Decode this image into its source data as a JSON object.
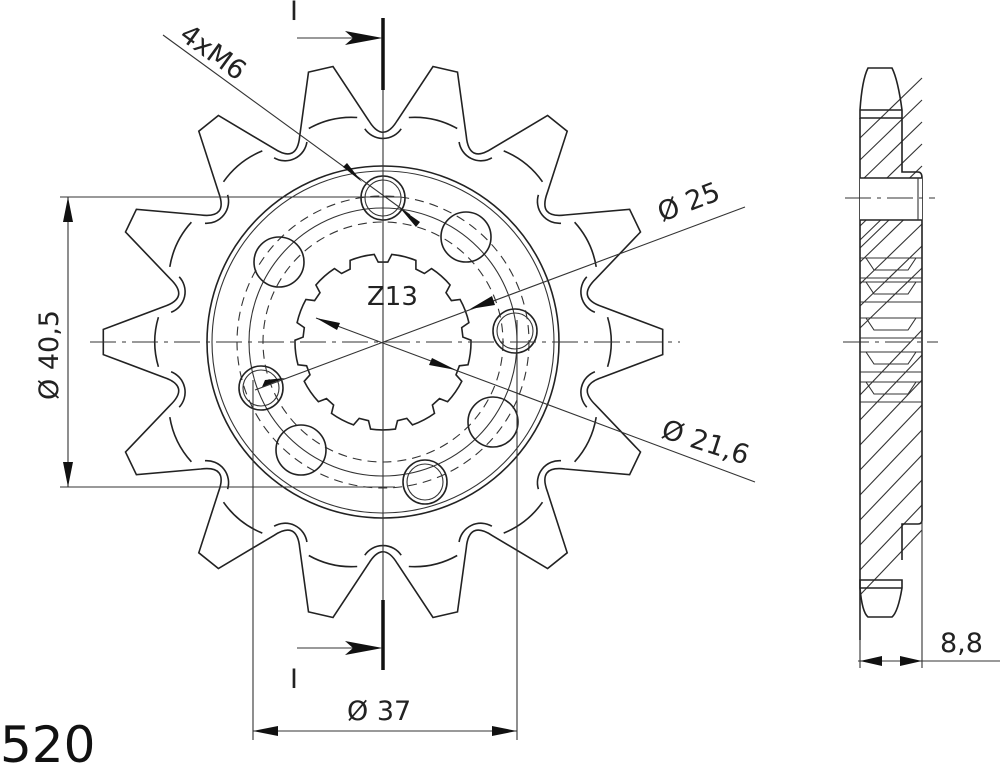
{
  "drawing": {
    "chain_pitch_label": "520",
    "spline_label": "Z13",
    "bolt_label": "4xM6",
    "dims": {
      "outer_bolt_circle": "Ø 40,5",
      "flange_diameter": "Ø 37",
      "spline_major": "Ø 25",
      "spline_minor": "Ø 21,6",
      "thickness": "8,8"
    },
    "section_marks": {
      "top": "I",
      "bottom": "I"
    },
    "tooth_count": 14,
    "colors": {
      "line": "#222222",
      "background": "#ffffff"
    }
  }
}
